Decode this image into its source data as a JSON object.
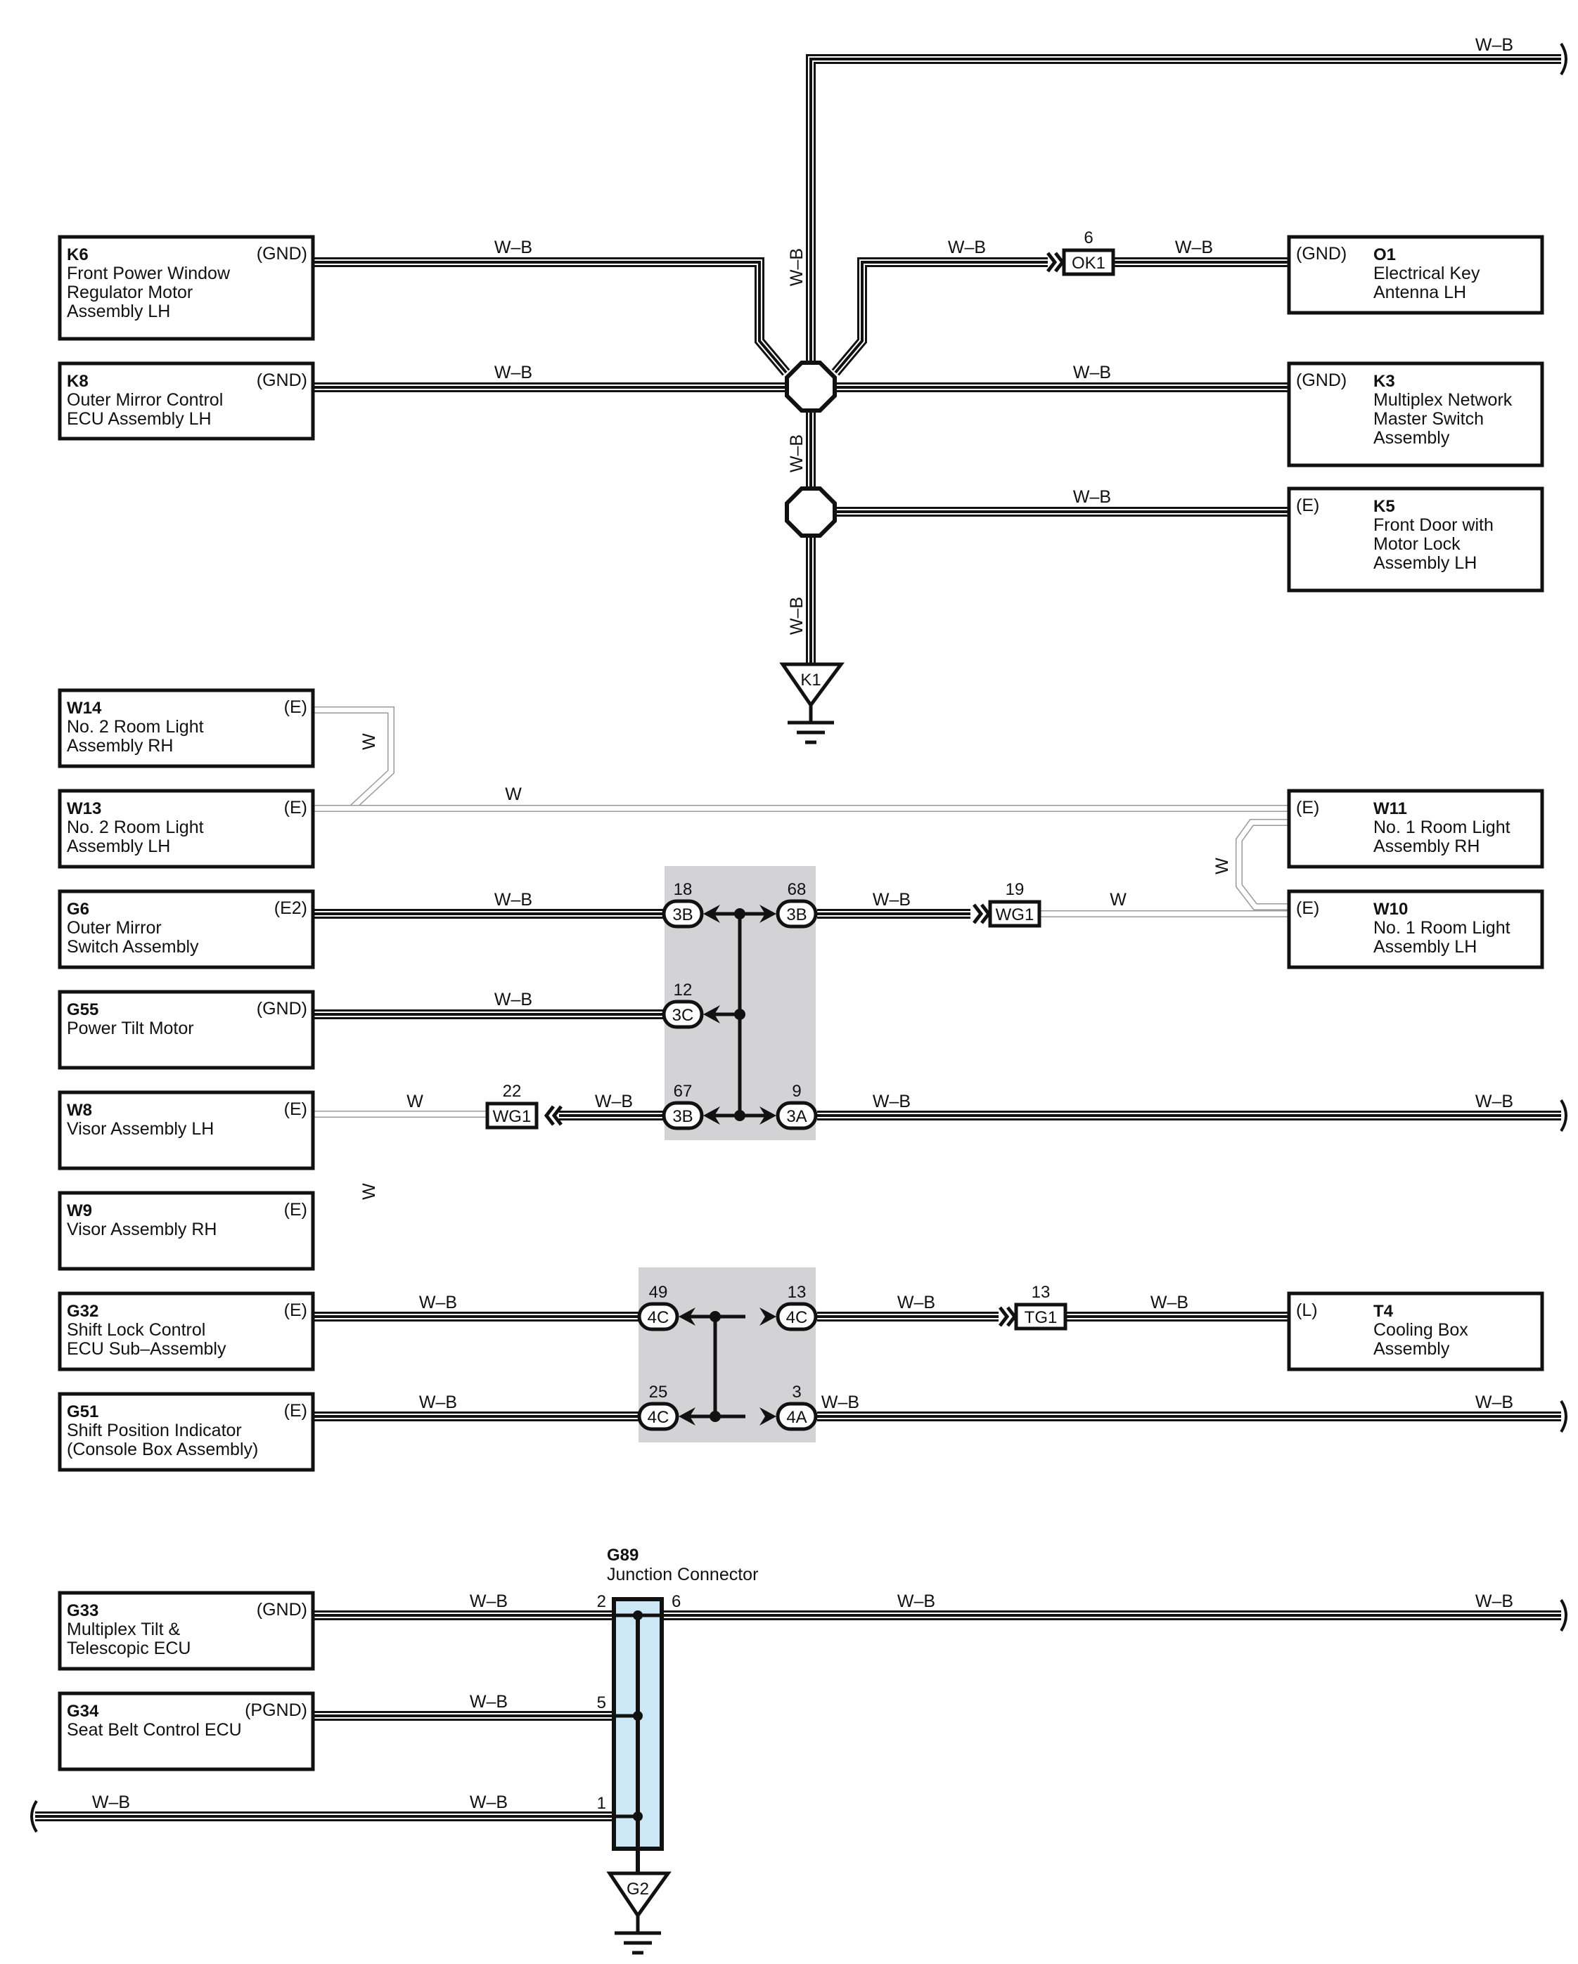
{
  "wire_colors": {
    "wb": "W–B",
    "w": "W"
  },
  "colors": {
    "black_wire": "#111111",
    "white_wire": "#ffffff",
    "grey_wire": "#9a9a9a",
    "junction_fill": "#cce8f6",
    "splice_box": "#d3d3d5"
  },
  "components": {
    "k6": {
      "code": "K6",
      "lines": [
        "Front Power Window",
        "Regulator Motor",
        "Assembly LH"
      ],
      "pin": "(GND)"
    },
    "k8": {
      "code": "K8",
      "lines": [
        "Outer Mirror Control",
        "ECU Assembly LH"
      ],
      "pin": "(GND)"
    },
    "o1": {
      "code": "O1",
      "lines": [
        "Electrical Key",
        "Antenna LH"
      ],
      "pin": "(GND)"
    },
    "k3": {
      "code": "K3",
      "lines": [
        "Multiplex Network",
        "Master Switch",
        "Assembly"
      ],
      "pin": "(GND)"
    },
    "k5": {
      "code": "K5",
      "lines": [
        "Front Door with",
        "Motor Lock",
        "Assembly LH"
      ],
      "pin": "(E)"
    },
    "w14": {
      "code": "W14",
      "lines": [
        "No.  2 Room Light",
        "Assembly RH"
      ],
      "pin": "(E)"
    },
    "w13": {
      "code": "W13",
      "lines": [
        "No.  2 Room Light",
        "Assembly LH"
      ],
      "pin": "(E)"
    },
    "w11": {
      "code": "W11",
      "lines": [
        "No.  1 Room Light",
        "Assembly RH"
      ],
      "pin": "(E)"
    },
    "w10": {
      "code": "W10",
      "lines": [
        "No.  1 Room Light",
        "Assembly LH"
      ],
      "pin": "(E)"
    },
    "g6": {
      "code": "G6",
      "lines": [
        "Outer Mirror",
        "Switch Assembly"
      ],
      "pin": "(E2)"
    },
    "g55": {
      "code": "G55",
      "lines": [
        "Power Tilt Motor"
      ],
      "pin": "(GND)"
    },
    "w8": {
      "code": "W8",
      "lines": [
        "Visor Assembly LH"
      ],
      "pin": "(E)"
    },
    "w9": {
      "code": "W9",
      "lines": [
        "Visor Assembly RH"
      ],
      "pin": "(E)"
    },
    "g32": {
      "code": "G32",
      "lines": [
        "Shift Lock Control",
        "ECU Sub–Assembly"
      ],
      "pin": "(E)"
    },
    "t4": {
      "code": "T4",
      "lines": [
        "Cooling Box",
        "Assembly"
      ],
      "pin": "(L)"
    },
    "g51": {
      "code": "G51",
      "lines": [
        "Shift Position Indicator",
        "(Console Box Assembly)"
      ],
      "pin": "(E)"
    },
    "g33": {
      "code": "G33",
      "lines": [
        "Multiplex Tilt &",
        "Telescopic ECU"
      ],
      "pin": "(GND)"
    },
    "g34": {
      "code": "G34",
      "lines": [
        "Seat Belt Control ECU"
      ],
      "pin": "(PGND)"
    }
  },
  "inline_connectors": {
    "ok1": {
      "label": "OK1",
      "pin": "6"
    },
    "wg1_top": {
      "label": "WG1",
      "pin": "19"
    },
    "wg1_bottom": {
      "label": "WG1",
      "pin": "22"
    },
    "tg1": {
      "label": "TG1",
      "pin": "13"
    }
  },
  "junction_pins": {
    "p18": {
      "conn": "3B",
      "pin": "18"
    },
    "p68": {
      "conn": "3B",
      "pin": "68"
    },
    "p12": {
      "conn": "3C",
      "pin": "12"
    },
    "p67": {
      "conn": "3B",
      "pin": "67"
    },
    "p9": {
      "conn": "3A",
      "pin": "9"
    },
    "p49": {
      "conn": "4C",
      "pin": "49"
    },
    "p13": {
      "conn": "4C",
      "pin": "13"
    },
    "p25": {
      "conn": "4C",
      "pin": "25"
    },
    "p3": {
      "conn": "4A",
      "pin": "3"
    }
  },
  "grounds": {
    "k1": "K1",
    "g2": "G2"
  },
  "junction_connector": {
    "code": "G89",
    "name": "Junction Connector",
    "pins": {
      "p2": "2",
      "p6": "6",
      "p5": "5",
      "p1": "1"
    }
  }
}
